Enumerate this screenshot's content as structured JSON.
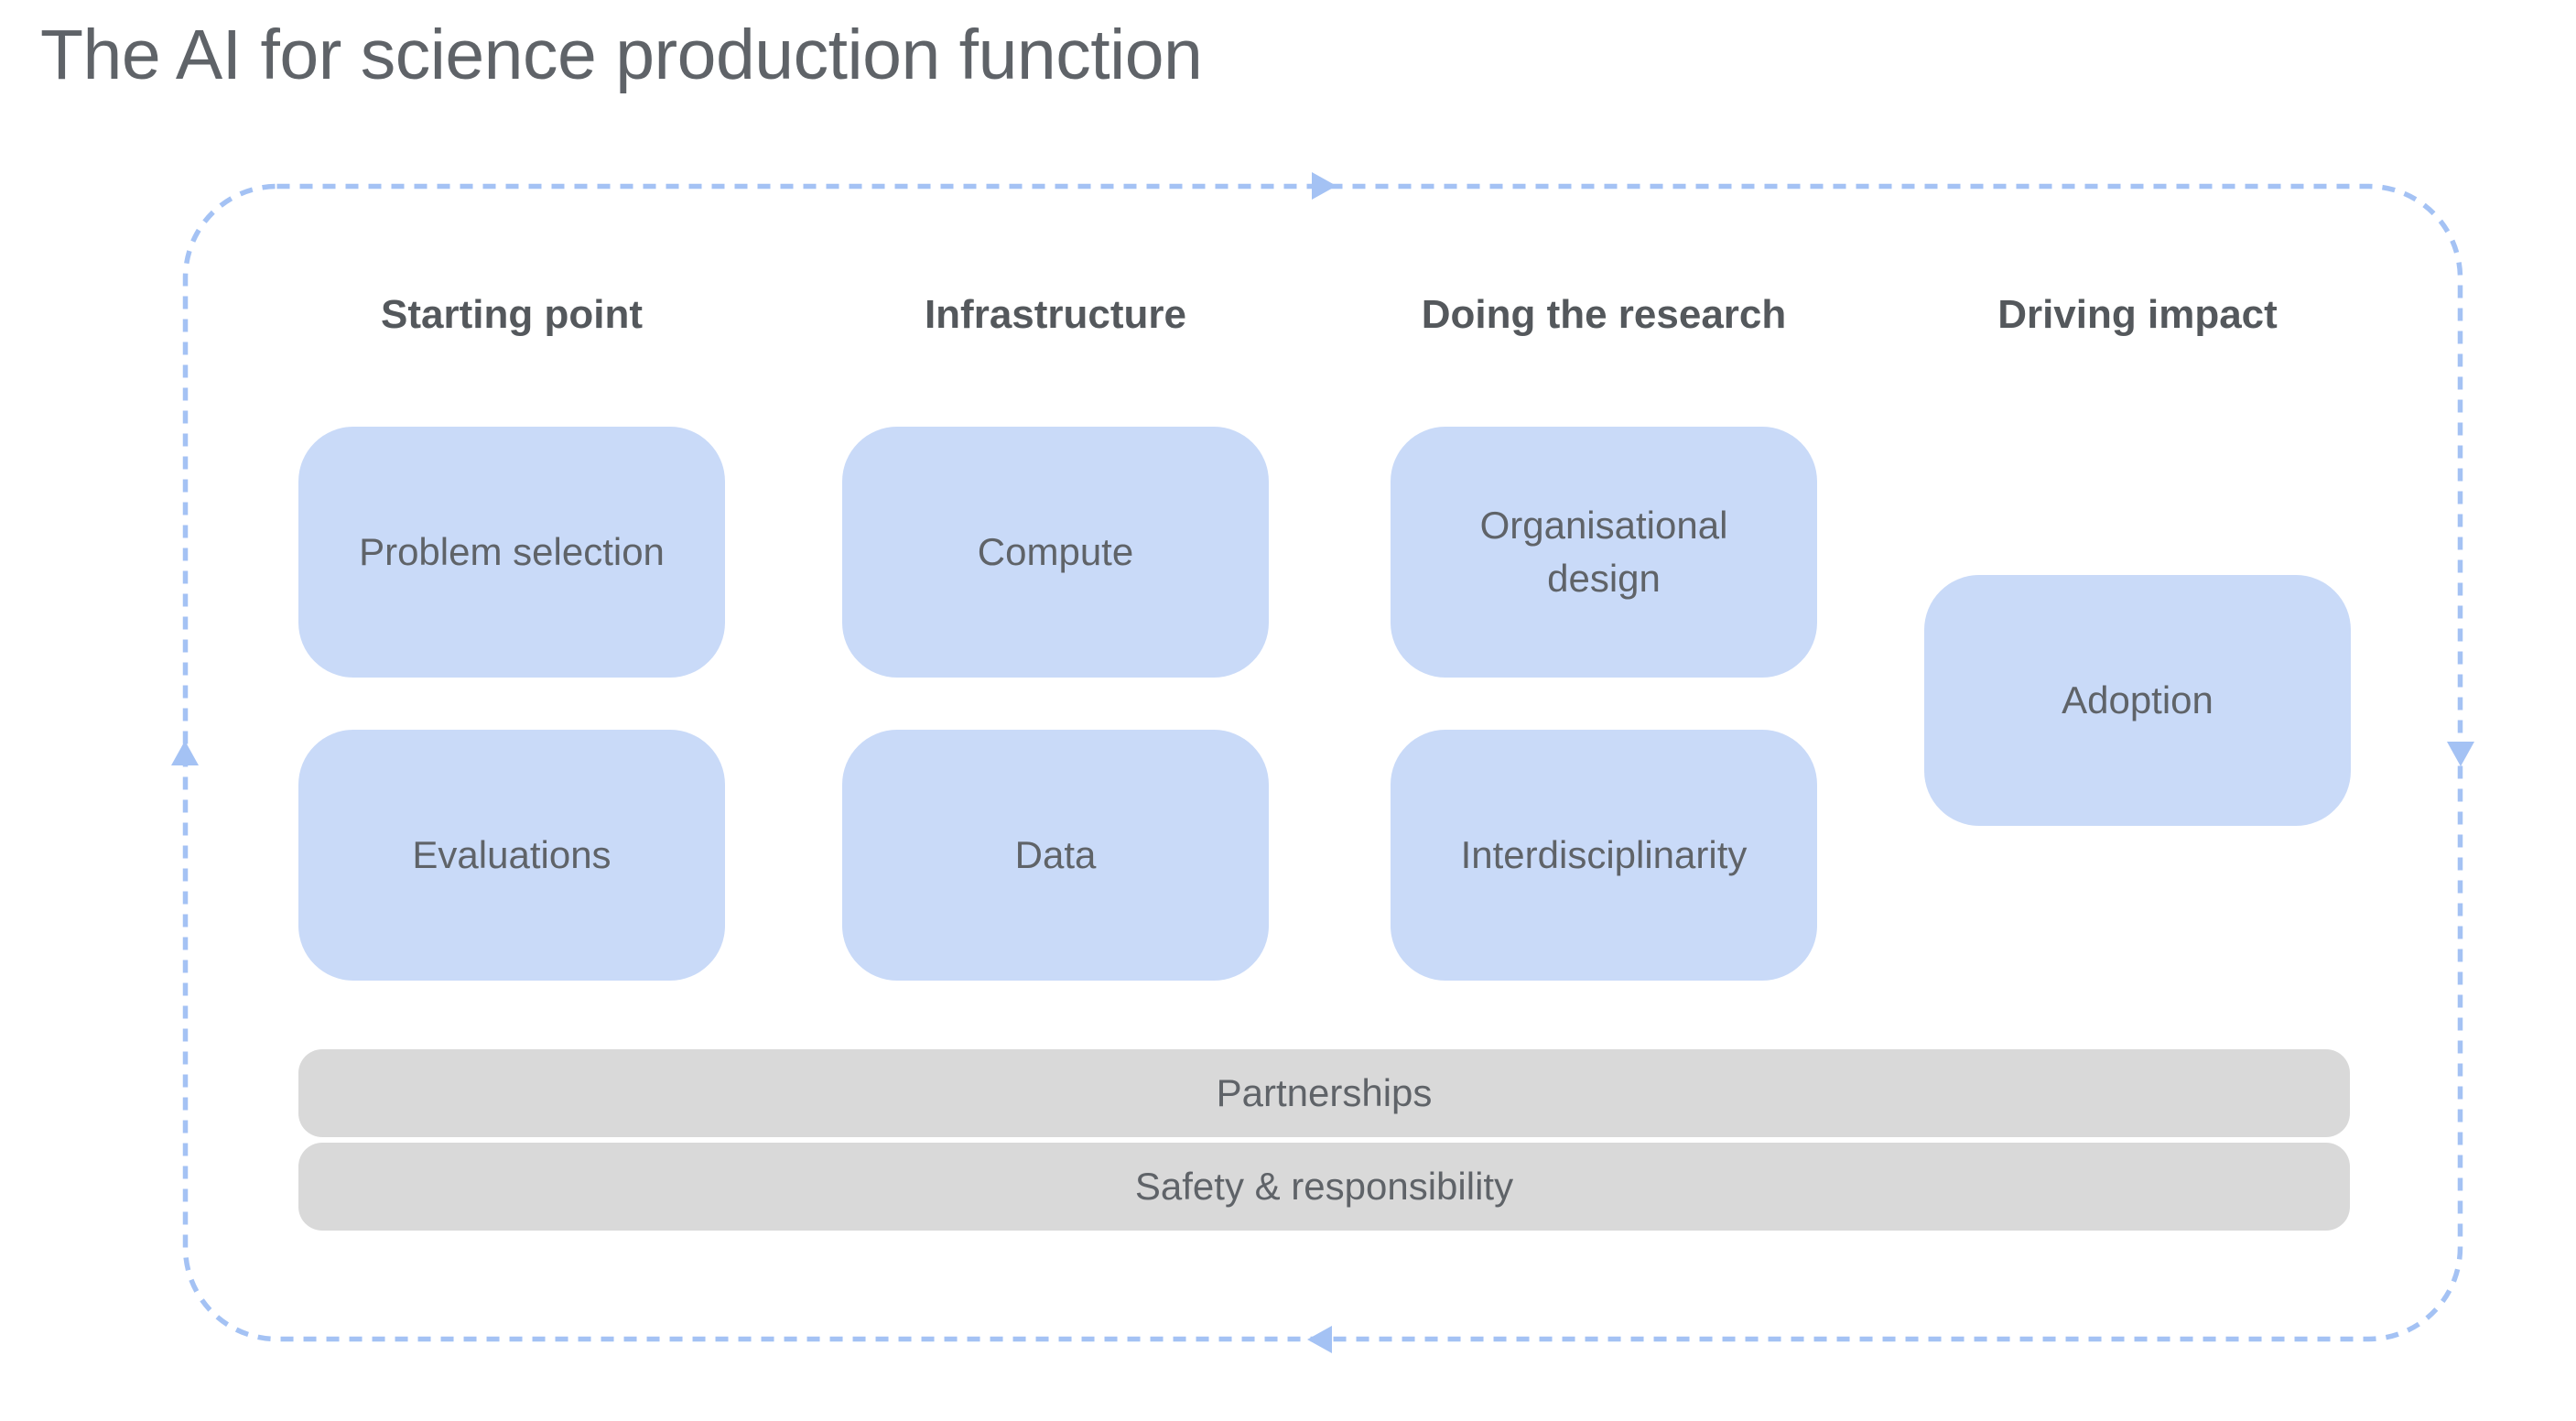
{
  "title": "The AI for science production function",
  "diagram": {
    "columns": [
      {
        "header": "Starting point",
        "boxes": [
          "Problem selection",
          "Evaluations"
        ]
      },
      {
        "header": "Infrastructure",
        "boxes": [
          "Compute",
          "Data"
        ]
      },
      {
        "header": "Doing the research",
        "boxes": [
          "Organisational design",
          "Interdisciplinarity"
        ]
      },
      {
        "header": "Driving impact",
        "boxes": [
          "Adoption"
        ]
      }
    ],
    "bars": [
      "Partnerships",
      "Safety & responsibility"
    ],
    "flow_icons": {
      "top": "arrow-right",
      "right": "arrow-down",
      "bottom": "arrow-left",
      "left": "arrow-up"
    },
    "colors": {
      "box_fill": "#c9daf8",
      "flow_accent": "#a4c2f4",
      "bar_fill": "#d9d9d9",
      "box_text": "#5f6368",
      "header_text": "#54585c",
      "title_text": "#5f6368"
    }
  }
}
